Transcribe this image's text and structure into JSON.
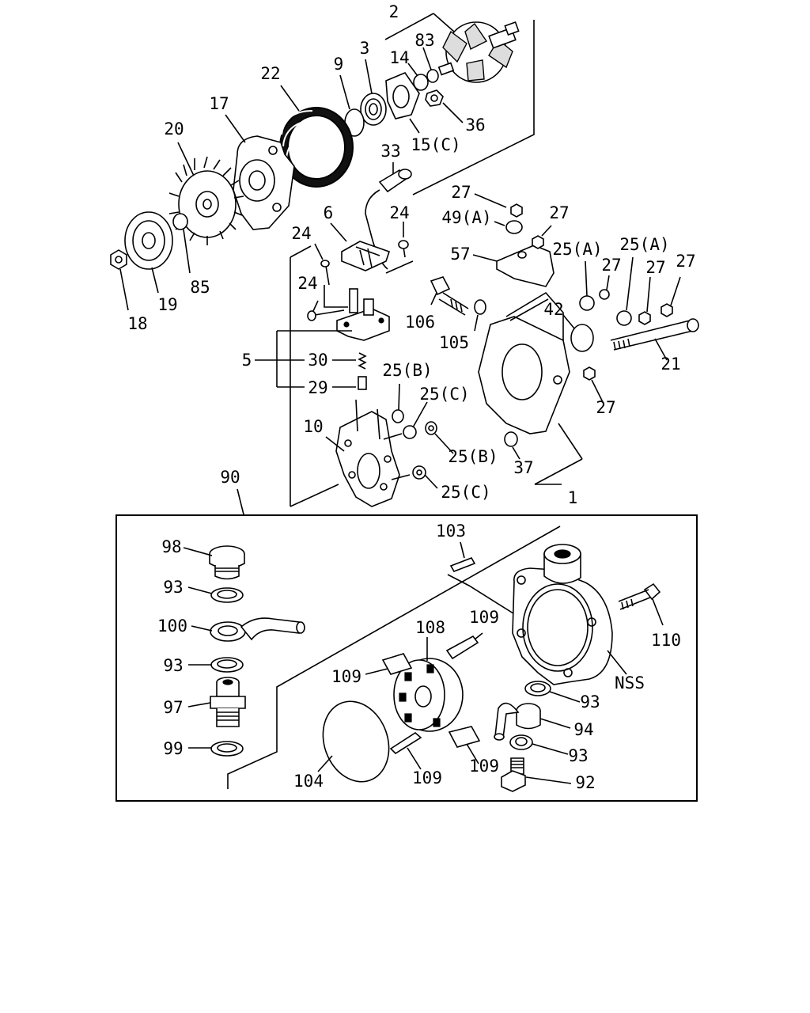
{
  "callouts": {
    "c2": "2",
    "c83": "83",
    "c3": "3",
    "c14": "14",
    "c9": "9",
    "c22": "22",
    "c36": "36",
    "c15c": "15(C)",
    "c17": "17",
    "c20": "20",
    "c33": "33",
    "c27a": "27",
    "c49a": "49(A)",
    "c27b": "27",
    "c24a": "24",
    "c6": "6",
    "c24b": "24",
    "c57": "57",
    "c25a1": "25(A)",
    "c25a2": "25(A)",
    "c27c": "27",
    "c27d": "27",
    "c27e": "27",
    "c24c": "24",
    "c85": "85",
    "c19": "19",
    "c18": "18",
    "c106": "106",
    "c42": "42",
    "c105": "105",
    "c21": "21",
    "c5": "5",
    "c30": "30",
    "c29": "29",
    "c25b1": "25(B)",
    "c25c1": "25(C)",
    "c27f": "27",
    "c10": "10",
    "c25b2": "25(B)",
    "c37": "37",
    "c25c2": "25(C)",
    "c1": "1",
    "c90": "90",
    "c103": "103",
    "c98": "98",
    "c93a": "93",
    "c100": "100",
    "c108": "108",
    "c109a": "109",
    "c110": "110",
    "c93b": "93",
    "c109b": "109",
    "cNSS": "NSS",
    "c97": "97",
    "c93c": "93",
    "c94": "94",
    "c99": "99",
    "c93d": "93",
    "c109c": "109",
    "c109d": "109",
    "c104": "104",
    "c92": "92"
  }
}
